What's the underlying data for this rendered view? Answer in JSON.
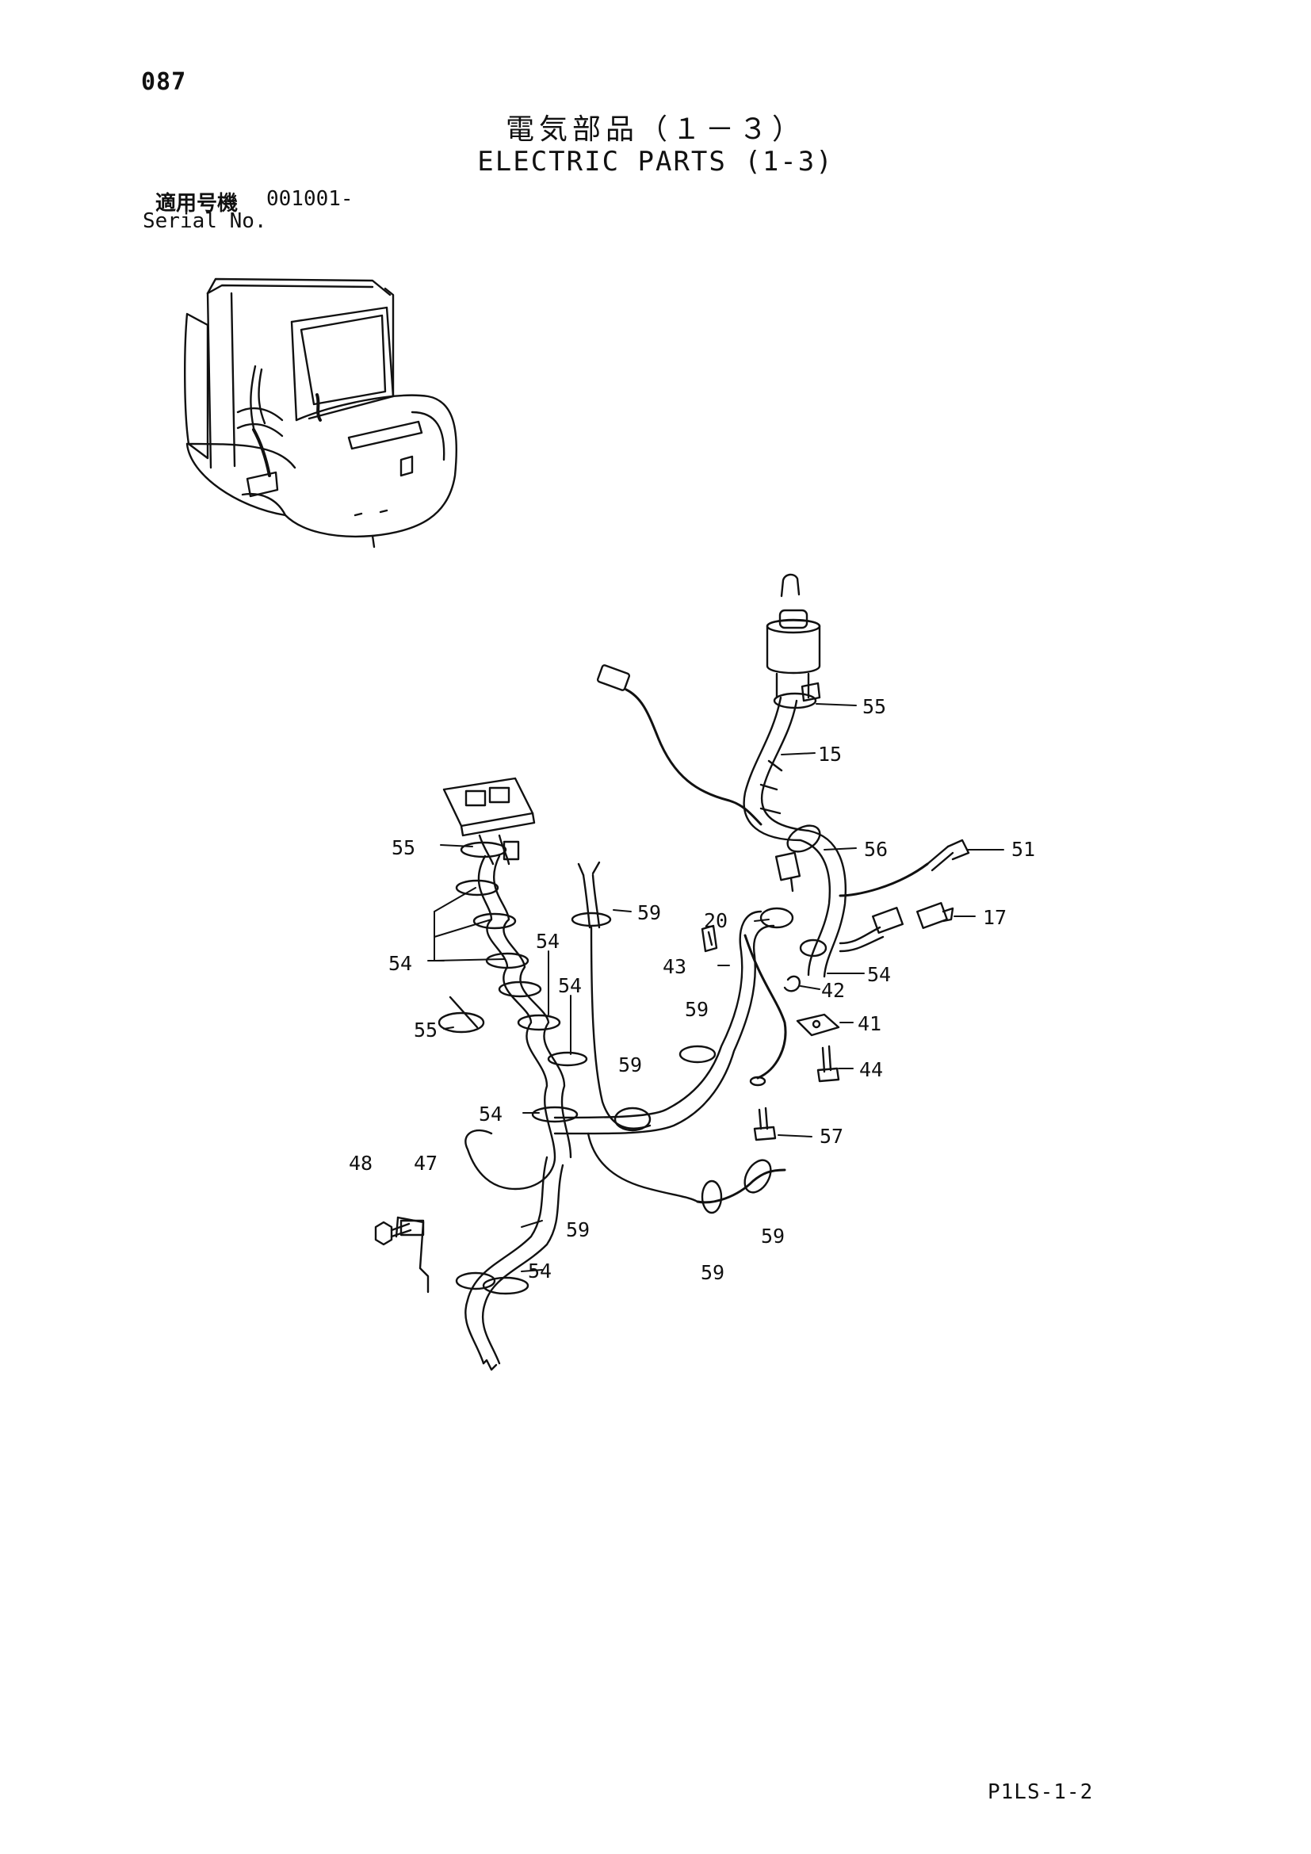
{
  "header": {
    "page_number": "087",
    "title_ja": "電気部品（１－３）",
    "title_en": "ELECTRIC PARTS (1-3)"
  },
  "serial": {
    "label_ja": "適用号機",
    "value": "001001-",
    "label_en": "Serial No."
  },
  "callouts": {
    "c55a": "55",
    "c15": "15",
    "c56": "56",
    "c51": "51",
    "c55b": "55",
    "c59a": "59",
    "c20": "20",
    "c17": "17",
    "c54a": "54",
    "c54b": "54",
    "c54c": "54",
    "c43": "43",
    "c42": "42",
    "c54d": "54",
    "c41": "41",
    "c55c": "55",
    "c59b": "59",
    "c59c": "59",
    "c44": "44",
    "c54e": "54",
    "c57": "57",
    "c48": "48",
    "c47": "47",
    "c59d": "59",
    "c59e": "59",
    "c54f": "54",
    "c59f": "59"
  },
  "footer": {
    "page_code": "P1LS-1-2"
  }
}
